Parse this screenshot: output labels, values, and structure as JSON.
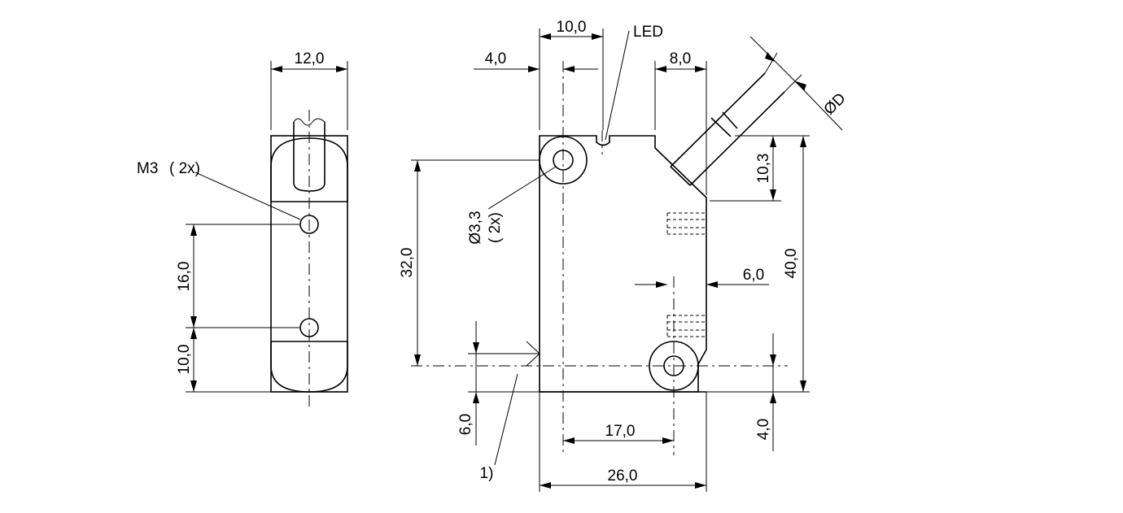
{
  "dimensions": {
    "side_width": "12,0",
    "side_hole_spacing": "16,0",
    "side_bottom": "10,0",
    "thread_label": "M3",
    "thread_count": "( 2x)",
    "top_width": "10,0",
    "left_offset": "4,0",
    "led_label": "LED",
    "right_top": "8,0",
    "cable_dia": "ØD",
    "right_upper": "10,3",
    "total_height": "40,0",
    "hole_vertical": "32,0",
    "hole_dia": "Ø3,3",
    "hole_count": "( 2x)",
    "right_mid": "6,0",
    "bottom_left": "6,0",
    "bottom_right": "4,0",
    "hole_spacing": "17,0",
    "total_width": "26,0",
    "note_marker": "1)"
  }
}
